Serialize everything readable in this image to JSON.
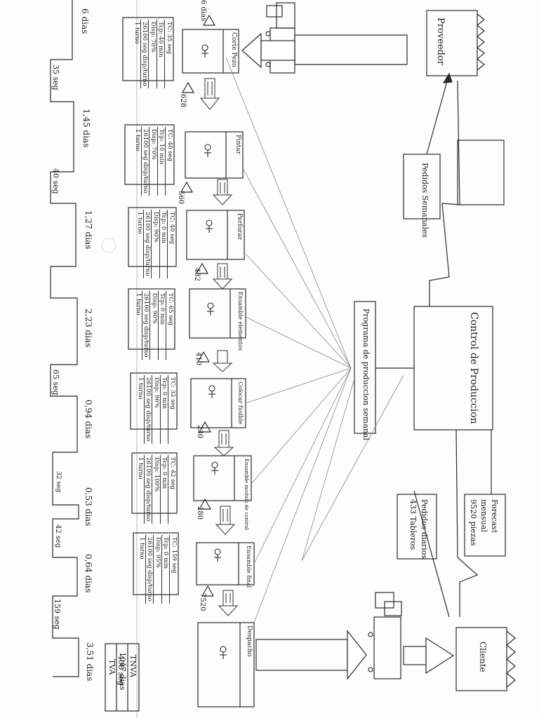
{
  "supplier": {
    "label": "Proveedor"
  },
  "customer": {
    "label": "Cliente"
  },
  "production_control": {
    "label": "Control de Produccion"
  },
  "weekly_program": {
    "label": "Programa de produccion semanal"
  },
  "supplier_orders": {
    "label": "Pedidos Semanales"
  },
  "monthly_forecast": {
    "line1": "Forecast",
    "line2": "mensual",
    "line3": "9520 piezas"
  },
  "daily_orders": {
    "line1": "Pedidos diarios",
    "line2": "433 Tableros"
  },
  "inventories": [
    {
      "value": "6 dias",
      "label": ""
    },
    {
      "value": "628",
      "label": ""
    },
    {
      "value": "560",
      "label": ""
    },
    {
      "value": "432",
      "label": ""
    },
    {
      "value": "410",
      "label": ""
    },
    {
      "value": "230",
      "label": ""
    },
    {
      "value": "280",
      "label": ""
    },
    {
      "value": "7520",
      "label": ""
    }
  ],
  "processes": [
    {
      "name": "Corte Pezo",
      "data": [
        "TC: 35 seg",
        "Tcp: 40 min",
        "Disp: 70%",
        "26100 seg disp/turno",
        "1 turno"
      ]
    },
    {
      "name": "Pintar",
      "data": [
        "TC: 40 seg",
        "Tcp: 10 min",
        "Disp: 70%",
        "26100 seg disp/turno",
        "1 turno"
      ]
    },
    {
      "name": "Perforar",
      "data": [
        "TC: 40 seg",
        "Tcp: 0 min",
        "Disp: 90%",
        "26100 seg disp/turno",
        "1 turno"
      ]
    },
    {
      "name": "Ensamble elementos",
      "data": [
        "TC: 65 seg",
        "Tcp: 0 min",
        "Disp: 90%",
        "26100 seg disp/turno",
        "1 turno"
      ]
    },
    {
      "name": "Colocar fusible",
      "data": [
        "TC: 32 seg",
        "Tcp: 0 min",
        "Disp: 96%",
        "26100 seg disp/turno",
        "1 turno"
      ]
    },
    {
      "name": "Ensamble modulo de control",
      "data": [
        "TC: 42 seg",
        "Tcp: 0 min",
        "Disp: 100%",
        "26100 seg disp/turno",
        "1 turno"
      ]
    },
    {
      "name": "Ensamble final",
      "data": [
        "TC: 159 seg",
        "Tcp: 0 min",
        "Disp: 95%",
        "26100 seg disp/turno",
        "1 turno"
      ]
    },
    {
      "name": "Despacho",
      "data": []
    }
  ],
  "timeline": {
    "lead_times": [
      "6 dias",
      "1,45 dias",
      "1,27 dias",
      "2,23 dias",
      "0,94 dias",
      "0,53 dias",
      "0,64 dias",
      "3,51 dias"
    ],
    "cycle_times": [
      "35 seg",
      "40 seg",
      "",
      "65 seg",
      "32 seg",
      "42 seg",
      "159 seg"
    ],
    "totals": {
      "tnva_label": "TNVA",
      "tnva_value": "1047 dias",
      "tva_label": "TVA",
      "tva_value": "408 seg"
    }
  }
}
